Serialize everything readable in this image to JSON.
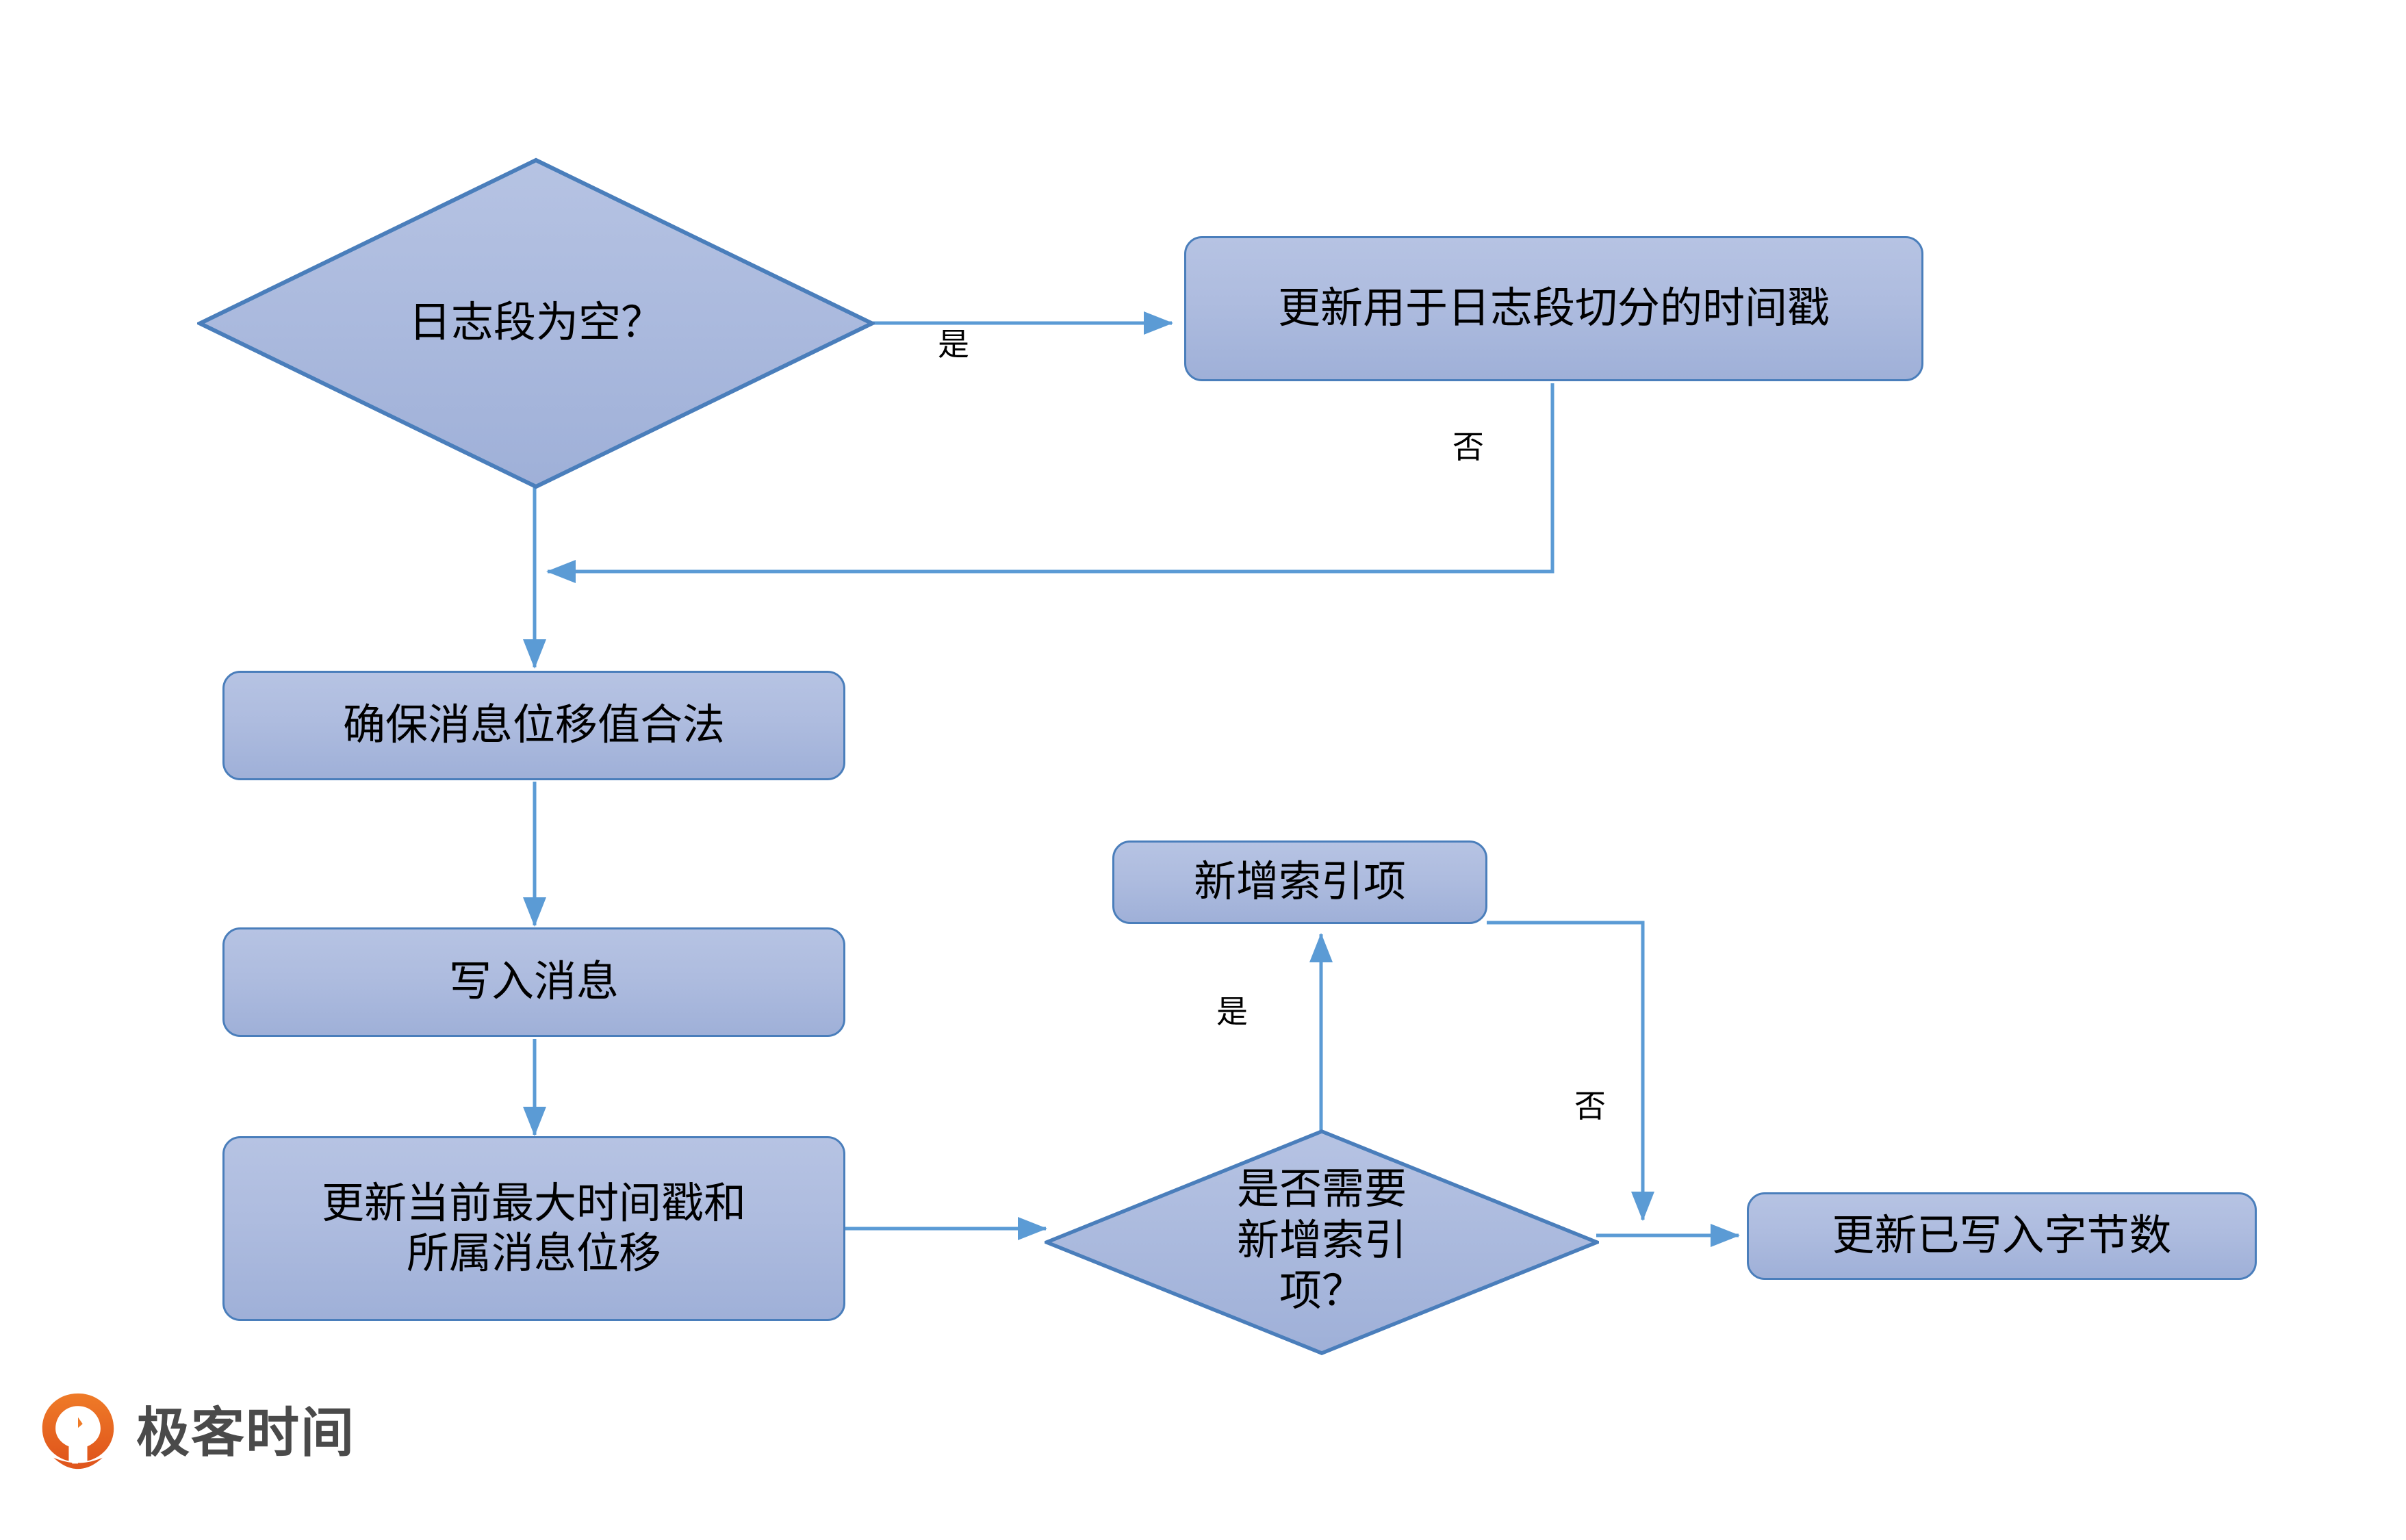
{
  "diagram": {
    "type": "flowchart",
    "title_visible": false,
    "background_color": "#ffffff",
    "shape_fill_top": "#b6c3e3",
    "shape_fill_bottom": "#9fb0d8",
    "shape_border_color": "#4a7ebb",
    "connector_color": "#5b9bd5",
    "text_color": "#000000",
    "nodes": [
      {
        "id": "n1",
        "shape": "diamond",
        "label": "日志段为空？"
      },
      {
        "id": "n2",
        "shape": "process",
        "label": "更新用于日志段切分的时间戳"
      },
      {
        "id": "n3",
        "shape": "process",
        "label": "确保消息位移值合法"
      },
      {
        "id": "n4",
        "shape": "process",
        "label": "写入消息"
      },
      {
        "id": "n5",
        "shape": "process",
        "label": "更新当前最大时间戳和\n所属消息位移"
      },
      {
        "id": "n6",
        "shape": "process",
        "label": "新增索引项"
      },
      {
        "id": "n7",
        "shape": "diamond",
        "label": "是否需要\n新增索引\n项？"
      },
      {
        "id": "n8",
        "shape": "process",
        "label": "更新已写入字节数"
      }
    ],
    "edges": [
      {
        "from": "n1",
        "to": "n2",
        "label": "是"
      },
      {
        "from": "n2",
        "to": "n3",
        "label": "否"
      },
      {
        "from": "n1",
        "to": "n3",
        "label": ""
      },
      {
        "from": "n3",
        "to": "n4",
        "label": ""
      },
      {
        "from": "n4",
        "to": "n5",
        "label": ""
      },
      {
        "from": "n5",
        "to": "n7",
        "label": ""
      },
      {
        "from": "n7",
        "to": "n6",
        "label": "是"
      },
      {
        "from": "n7",
        "to": "n8",
        "label": "否"
      },
      {
        "from": "n6",
        "to": "n8",
        "label": ""
      }
    ],
    "edge_labels": {
      "yes_top": "是",
      "no_top": "否",
      "yes_bottom": "是",
      "no_bottom": "否"
    }
  },
  "logo": {
    "wordmark": "极客时间",
    "mark_color": "#ec6a21",
    "mark_color_dark": "#d94f1e",
    "wordmark_color": "#4a4a4a",
    "icon_name": "geektime-logo-icon"
  }
}
